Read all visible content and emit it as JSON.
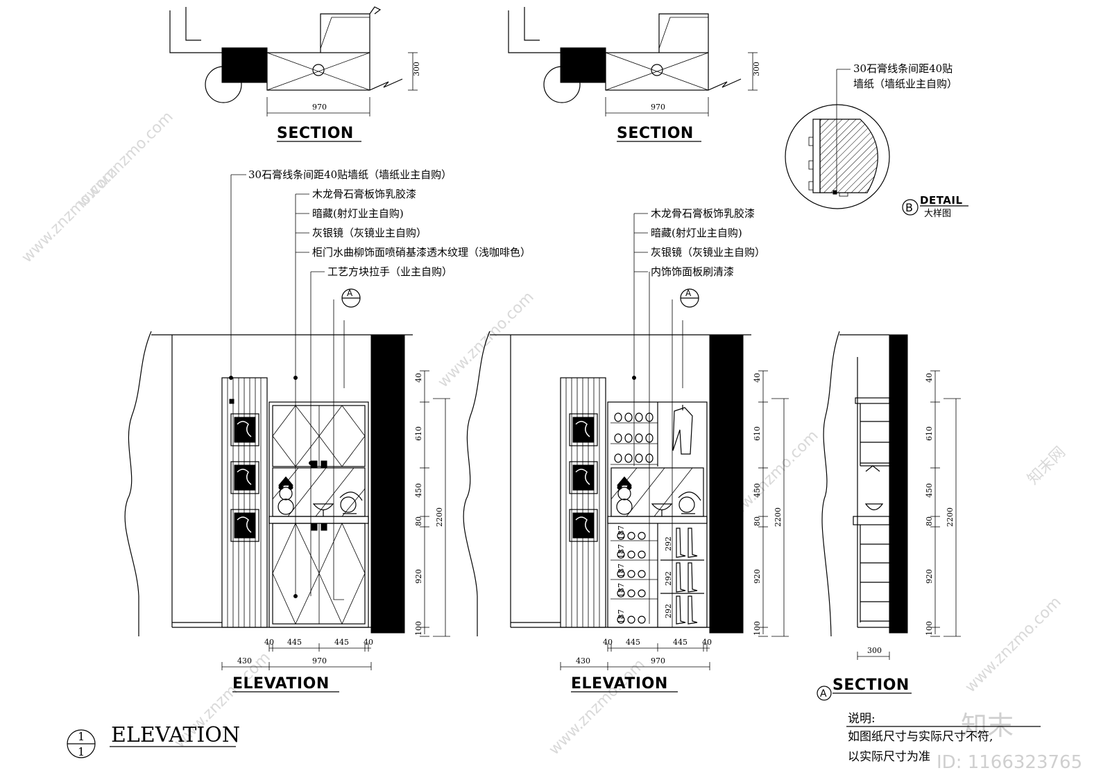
{
  "section_top_left": {
    "title": "SECTION",
    "width": "970",
    "depth": "300"
  },
  "section_top_mid": {
    "title": "SECTION",
    "width": "970",
    "depth": "300"
  },
  "detail_b": {
    "note_line1": "30石膏线条间距40贴",
    "note_line2": "墙纸（墙纸业主自购）",
    "marker": "B",
    "title": "DETAIL",
    "subtitle": "大样图"
  },
  "elevation_left": {
    "title": "ELEVATION",
    "section_marker": "A",
    "notes": [
      "30石膏线条间距40贴墙纸（墙纸业主自购）",
      "木龙骨石膏板饰乳胶漆",
      "暗藏(射灯业主自购)",
      "灰银镜（灰镜业主自购）",
      "柜门水曲柳饰面喷硝基漆透木纹理（浅咖啡色）",
      "工艺方块拉手（业主自购）"
    ],
    "vdims": [
      "40",
      "610",
      "450",
      "80",
      "920",
      "100"
    ],
    "vtotal": "2200",
    "hdims_top": [
      "40",
      "445",
      "445",
      "40"
    ],
    "hdims_bottom": [
      "430",
      "970"
    ]
  },
  "elevation_mid": {
    "title": "ELEVATION",
    "section_marker": "A",
    "notes": [
      "木龙骨石膏板饰乳胶漆",
      "暗藏(射灯业主自购)",
      "灰银镜（灰镜业主自购）",
      "内饰饰面板刷清漆"
    ],
    "vdims": [
      "40",
      "610",
      "450",
      "80",
      "920",
      "100"
    ],
    "vtotal": "2200",
    "hdims_top": [
      "40",
      "445",
      "445",
      "40"
    ],
    "hdims_bottom": [
      "430",
      "970"
    ],
    "shelf_dims": [
      "292",
      "292",
      "292"
    ],
    "small_dims": [
      "187",
      "187",
      "187",
      "187",
      "187"
    ]
  },
  "section_a": {
    "marker": "A",
    "title": "SECTION",
    "vdims": [
      "40",
      "610",
      "450",
      "80",
      "920",
      "100"
    ],
    "vtotal": "2200",
    "width": "300"
  },
  "drawing_title": {
    "number_top": "1",
    "number_bottom": "1",
    "text": "ELEVATION"
  },
  "notes_box": {
    "heading": "说明:",
    "line1": "如图纸尺寸与实际尺寸不符,",
    "line2": "以实际尺寸为准"
  },
  "watermark": {
    "site": "www.znzmo.com",
    "brand": "知末网",
    "logo": "知末",
    "id": "ID: 1166323765"
  }
}
